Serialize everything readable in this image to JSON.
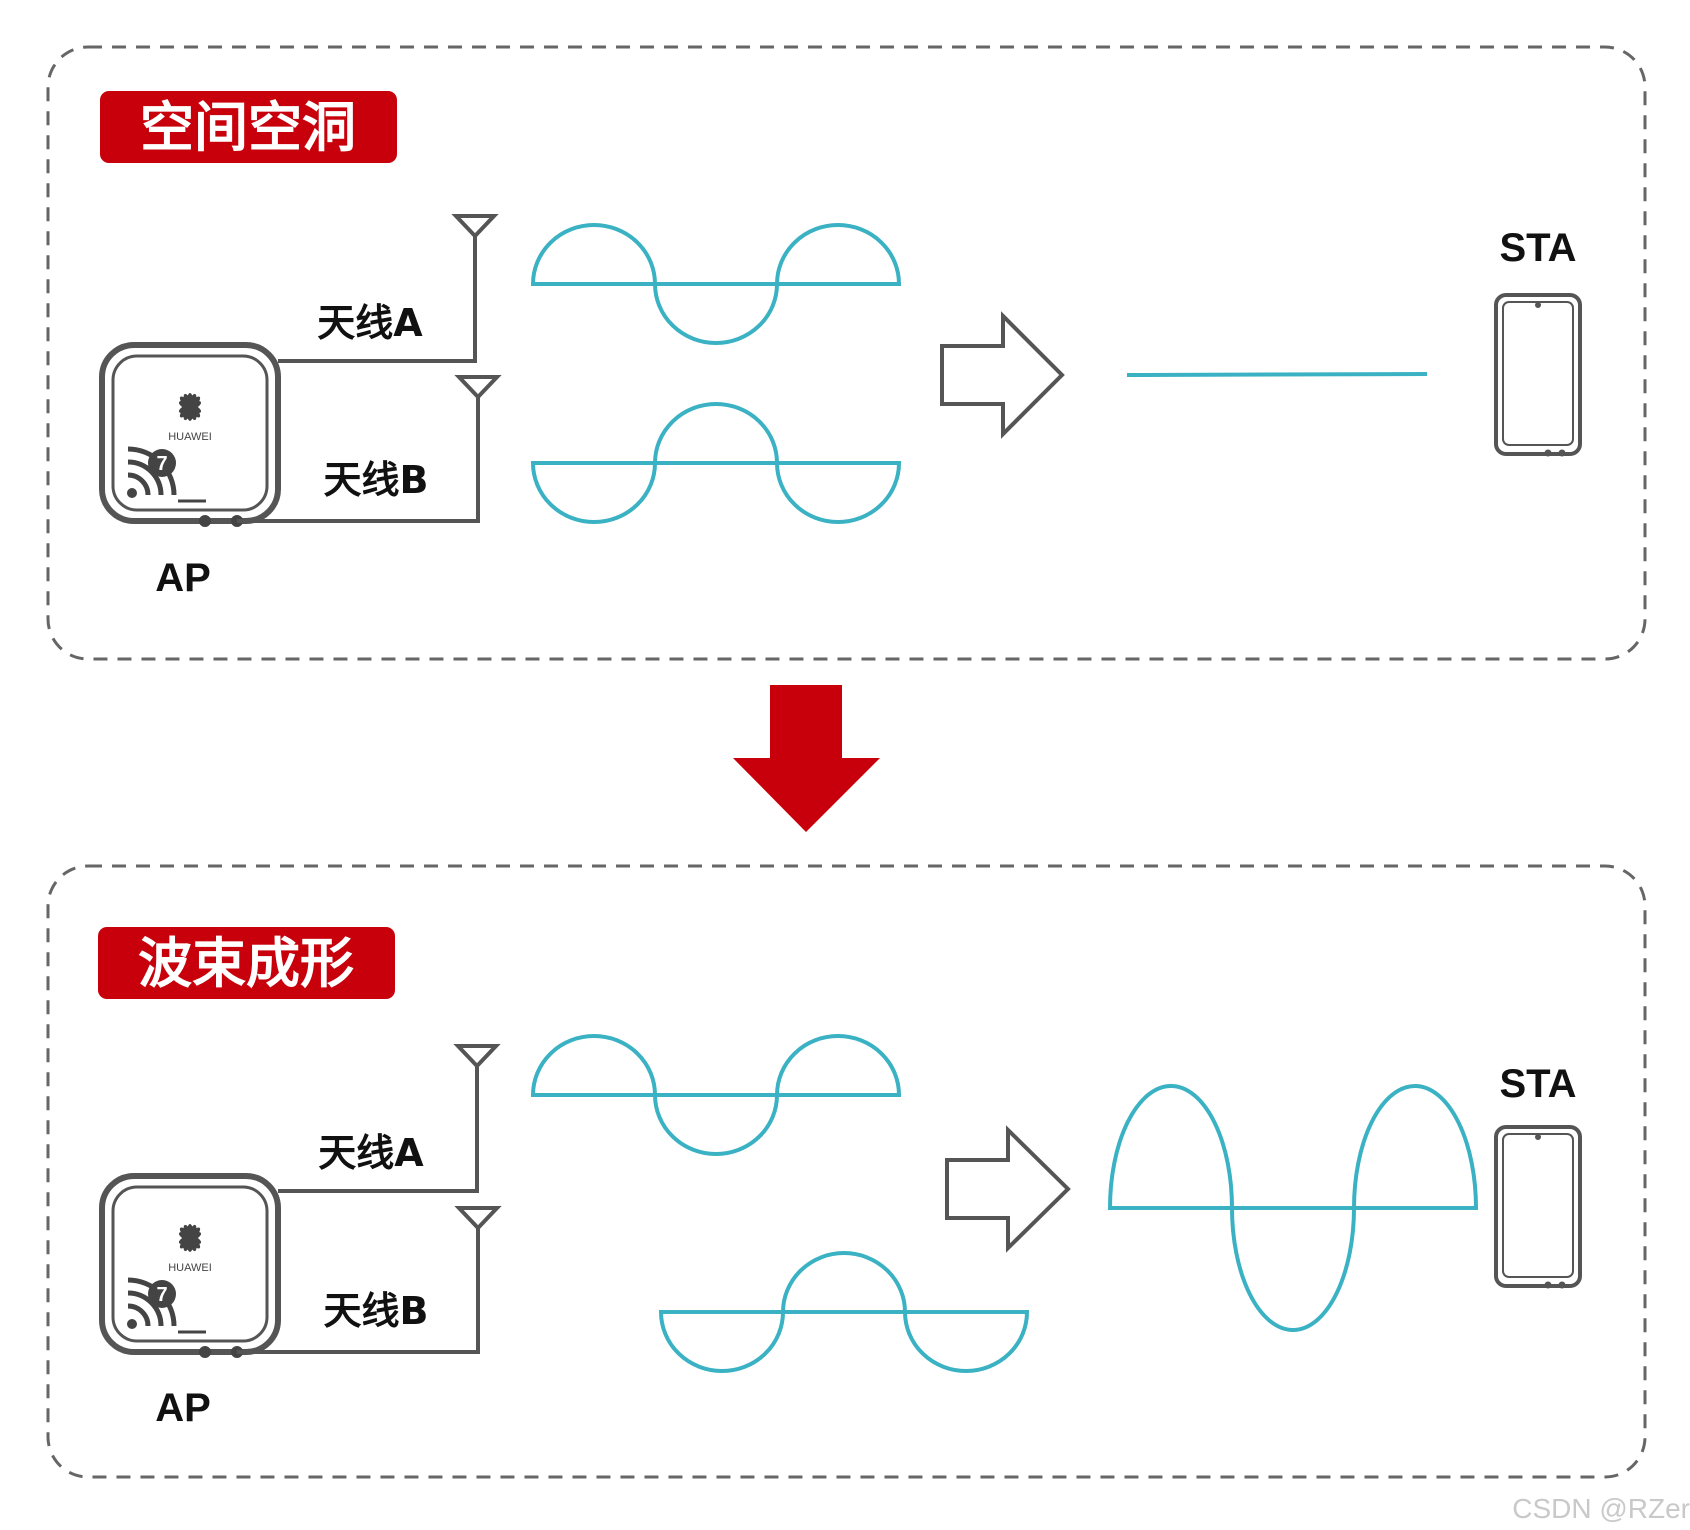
{
  "panels": [
    {
      "title": "空间空洞",
      "ap_label": "AP",
      "sta_label": "STA",
      "antenna_a_label": "天线A",
      "antenna_b_label": "天线B",
      "brand": "HUAWEI",
      "badge": "7",
      "result": "cancelled"
    },
    {
      "title": "波束成形",
      "ap_label": "AP",
      "sta_label": "STA",
      "antenna_a_label": "天线A",
      "antenna_b_label": "天线B",
      "brand": "HUAWEI",
      "badge": "7",
      "result": "reinforced"
    }
  ],
  "watermark": "CSDN @RZer",
  "colors": {
    "wave": "#3ab2c3",
    "accent_red": "#c8000b",
    "outline": "#555555",
    "dashed_border": "#666666"
  }
}
